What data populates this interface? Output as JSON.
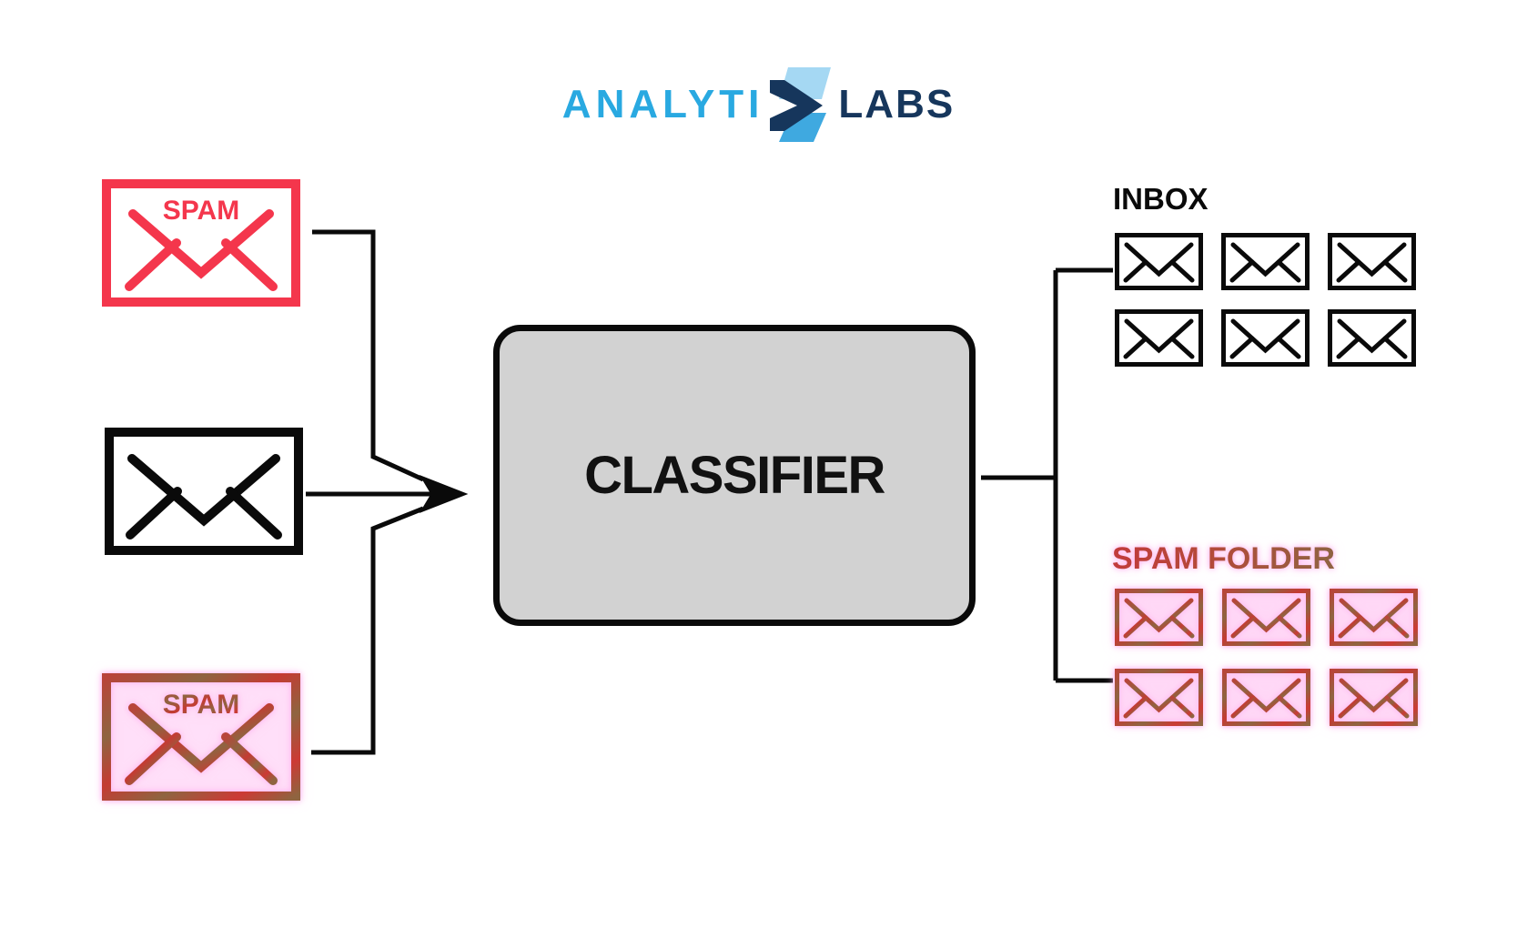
{
  "logo": {
    "text_left": "ANALYTI",
    "text_right": "LABS",
    "color_light_blue": "#29A9E1",
    "color_navy": "#16365C",
    "color_band_pale": "#A5D8F3",
    "color_band_medium": "#3FA9E0"
  },
  "input_emails": [
    {
      "type": "spam",
      "label": "SPAM"
    },
    {
      "type": "normal",
      "label": ""
    },
    {
      "type": "spam_marked",
      "label": "SPAM"
    }
  ],
  "classifier": {
    "label": "CLASSIFIER",
    "fill_color": "#D2D2D2",
    "border_color": "#0A0A0A"
  },
  "outputs": {
    "inbox": {
      "label": "INBOX",
      "email_count": 6,
      "color": "#0A0A0A"
    },
    "spam_folder": {
      "label": "SPAM FOLDER",
      "email_count": 6,
      "color_red": "#C43B33",
      "color_brown": "#8F6440",
      "glow_color": "#FFAAF0"
    }
  },
  "colors": {
    "spam_red": "#F4364C",
    "line_black": "#0A0A0A"
  }
}
